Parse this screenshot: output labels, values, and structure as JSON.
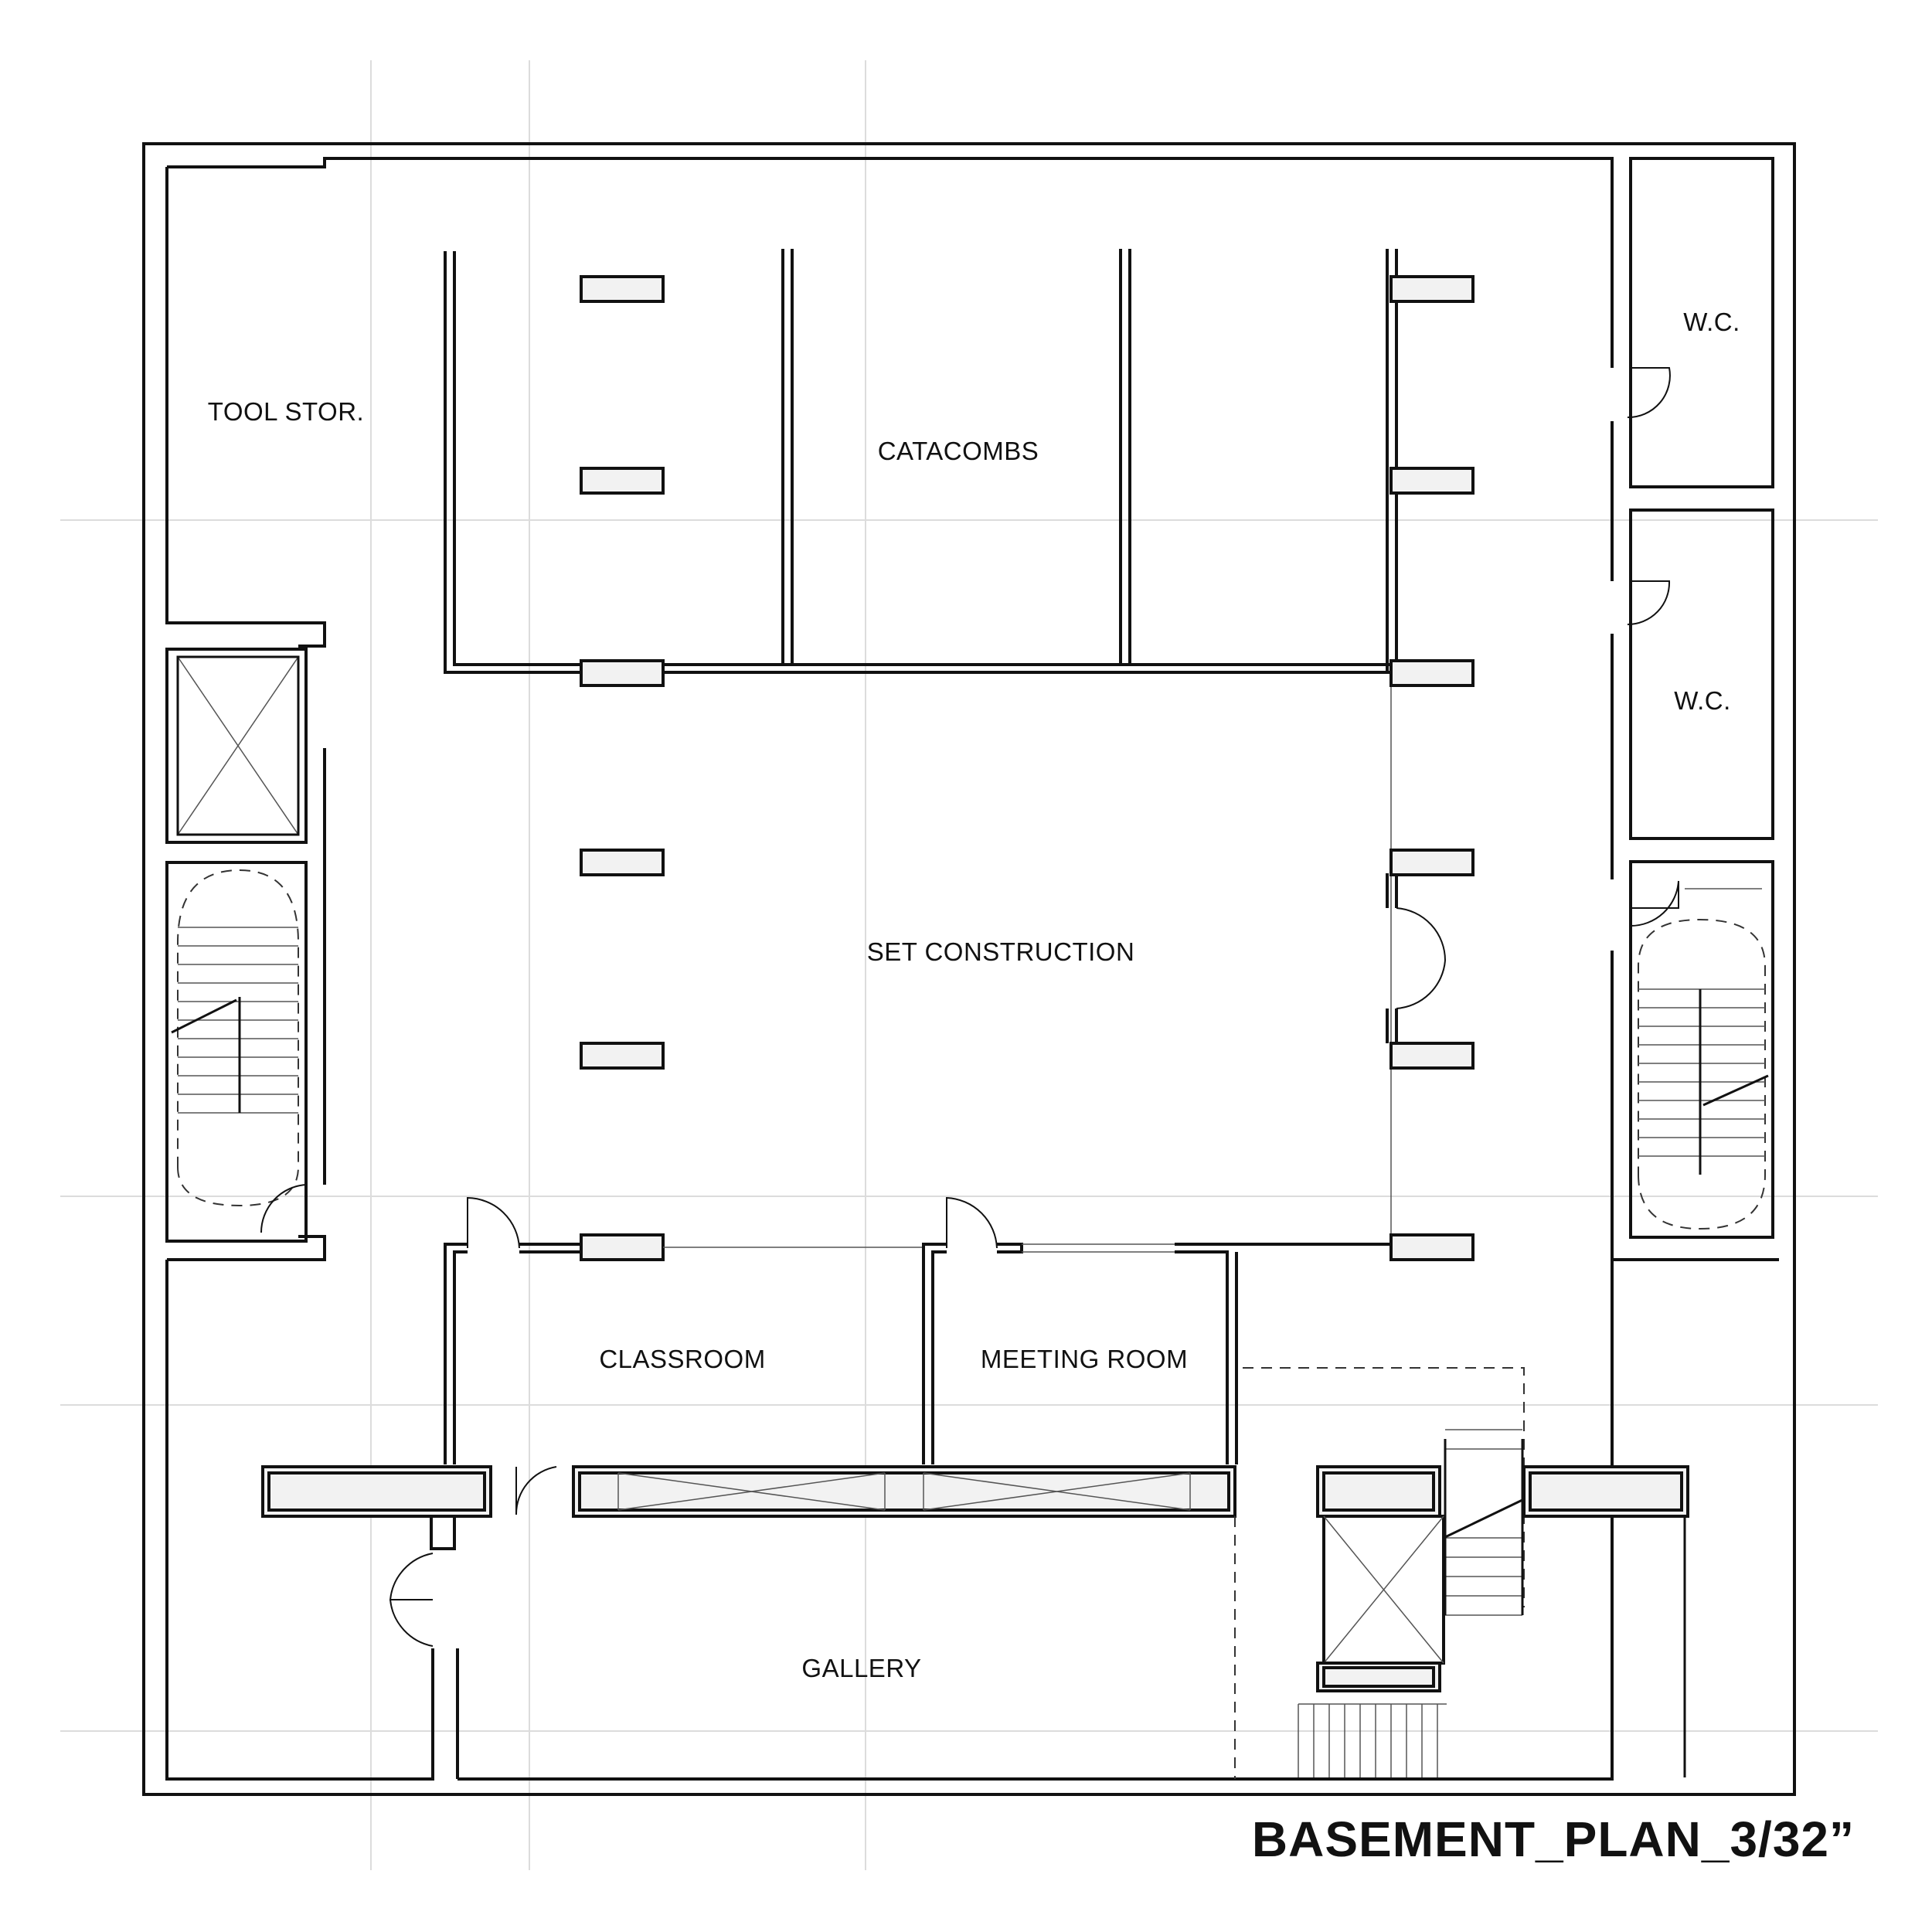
{
  "title": "BASEMENT_PLAN_3/32”",
  "rooms": {
    "tool_storage": "TOOL STOR.",
    "catacombs": "CATACOMBS",
    "wc_upper": "W.C.",
    "wc_lower": "W.C.",
    "set_construction": "SET CONSTRUCTION",
    "classroom": "CLASSROOM",
    "meeting_room": "MEETING ROOM",
    "gallery": "GALLERY"
  }
}
